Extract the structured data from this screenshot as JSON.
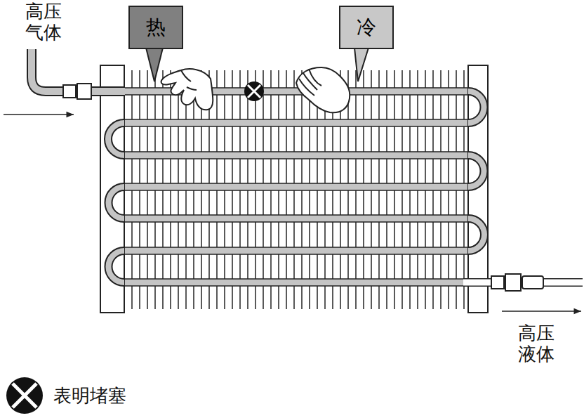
{
  "diagram": {
    "nodes": [
      {
        "text": [
          "热"
        ]
      },
      {
        "text": [
          "冷"
        ]
      }
    ],
    "labels": [
      "高压气体",
      "高压液体"
    ],
    "legend": [
      {
        "text": "表明堵塞"
      }
    ]
  }
}
